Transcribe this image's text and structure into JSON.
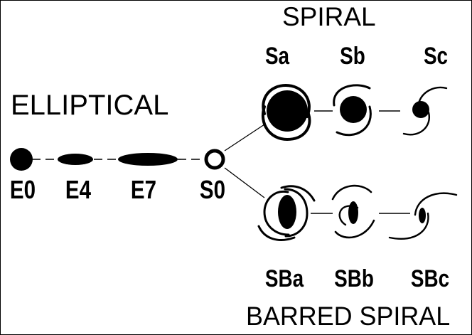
{
  "classes": {
    "elliptical": "ELLIPTICAL",
    "spiral": "SPIRAL",
    "barred_spiral": "BARRED SPIRAL"
  },
  "elliptical_types": [
    "E0",
    "E4",
    "E7",
    "S0"
  ],
  "spiral_types": [
    "Sa",
    "Sb",
    "Sc"
  ],
  "barred_spiral_types": [
    "SBa",
    "SBb",
    "SBc"
  ],
  "colors": {
    "ink": "#000000",
    "background": "#ffffff"
  }
}
